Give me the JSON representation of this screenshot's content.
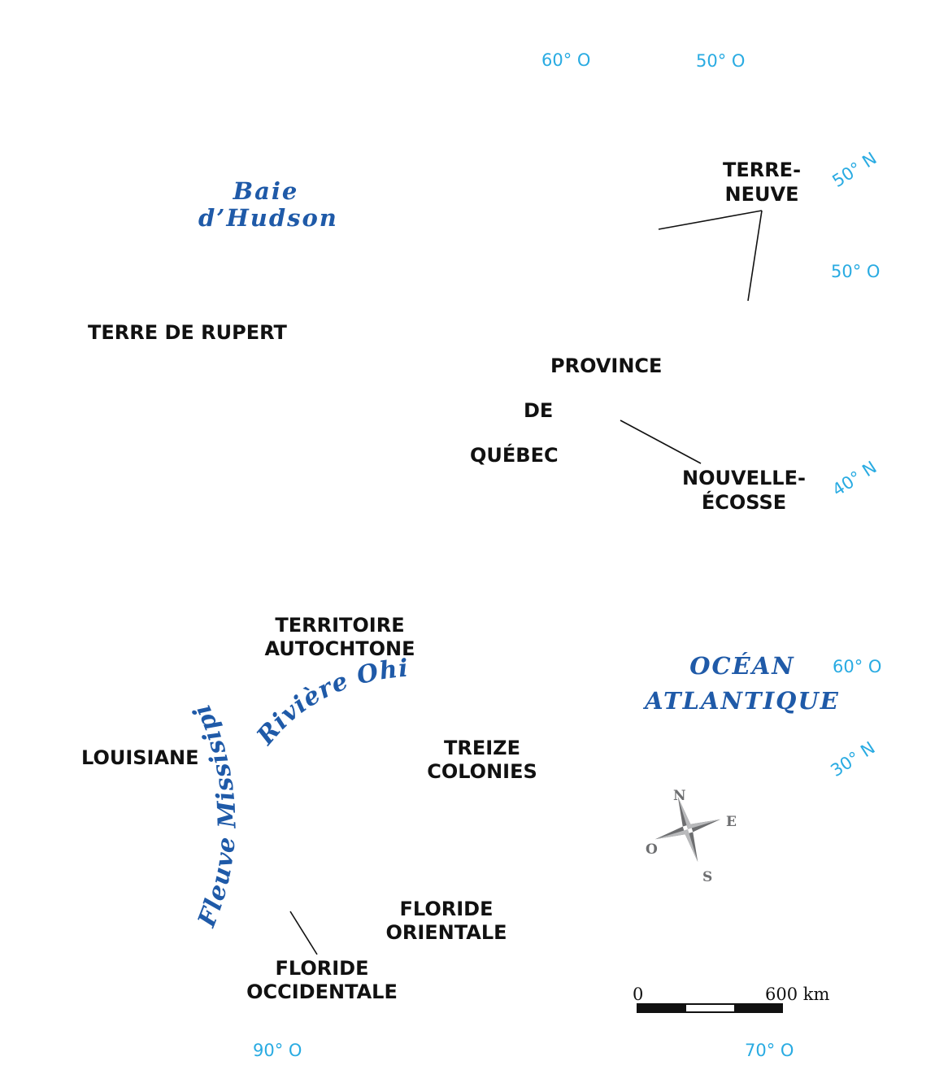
{
  "water_bodies": {
    "hudson": "Baie\nd’Hudson",
    "atlantic": "OCÉAN\nATLANTIQUE"
  },
  "rivers": {
    "ohio": "Rivière Ohio",
    "mississippi": "Fleuve Missisipi"
  },
  "regions": {
    "rupert": "TERRE DE RUPERT",
    "terre_neuve": "TERRE-\nNEUVE",
    "province": "PROVINCE",
    "de": "DE",
    "quebec": "QUÉBEC",
    "nouvelle_ecosse": "NOUVELLE-\nÉCOSSE",
    "territoire": "TERRITOIRE\nAUTOCHTONE",
    "louisiane": "LOUISIANE",
    "treize": "TREIZE\nCOLONIES",
    "floride_orientale": "FLORIDE\nORIENTALE",
    "floride_occidentale": "FLORIDE\nOCCIDENTALE"
  },
  "coordinates": {
    "top_60o": "60° O",
    "top_50o": "50° O",
    "right_50n": "50° N",
    "right_50o": "50° O",
    "right_40n": "40° N",
    "right_60o": "60° O",
    "right_30n": "30° N",
    "bottom_90o": "90° O",
    "bottom_70o": "70° O"
  },
  "compass": {
    "n": "N",
    "e": "E",
    "s": "S",
    "w": "O"
  },
  "scale": {
    "start": "0",
    "end": "600 km"
  },
  "colors": {
    "water_label": "#1f5aa8",
    "coordinate_label": "#29abe2",
    "region_label": "#111111",
    "compass": "#6d6e70"
  }
}
